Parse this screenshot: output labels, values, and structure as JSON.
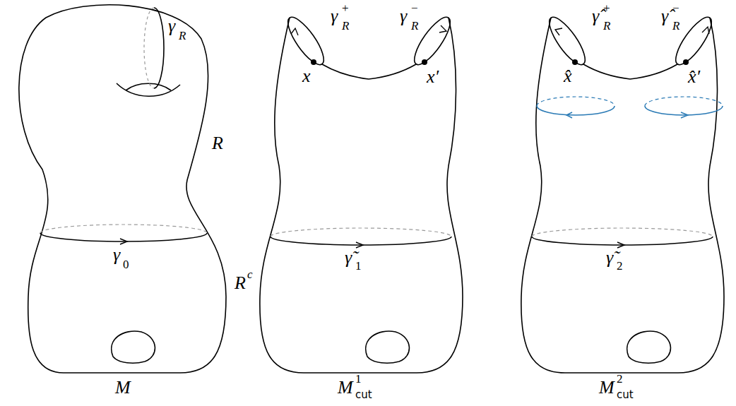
{
  "diagram": {
    "labels": [
      "γ",
      "R",
      "R",
      "γ",
      "0",
      "R",
      "c",
      "M",
      "γ",
      "+",
      "R",
      "γ",
      "−",
      "R",
      "x",
      "x′",
      "γ̃",
      "1",
      "M",
      "1",
      "cut",
      "γ̂",
      "+",
      "R",
      "γ̂",
      "−",
      "R",
      "x̂",
      "x̂′",
      "γ̃",
      "2",
      "M",
      "2",
      "cut"
    ]
  }
}
